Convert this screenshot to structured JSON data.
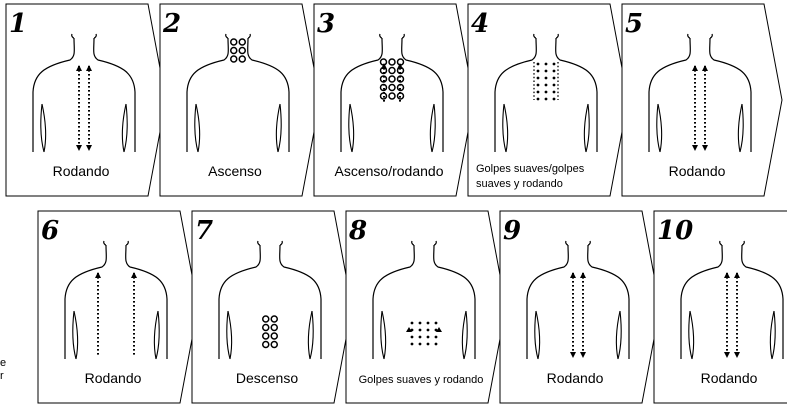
{
  "steps": [
    {
      "number": "1",
      "label": "Rodando",
      "pattern": "rolling-both"
    },
    {
      "number": "2",
      "label": "Ascenso",
      "pattern": "circles-neck"
    },
    {
      "number": "3",
      "label": "Ascenso/rodando",
      "pattern": "circles-upper-rolling"
    },
    {
      "number": "4",
      "label": "Golpes suaves/golpes suaves y rodando",
      "pattern": "taps-upper"
    },
    {
      "number": "5",
      "label": "Rodando",
      "pattern": "rolling-both"
    },
    {
      "number": "6",
      "label": "Rodando",
      "pattern": "rolling-up"
    },
    {
      "number": "7",
      "label": "Descenso",
      "pattern": "circles-lower"
    },
    {
      "number": "8",
      "label": "Golpes suaves y rodando",
      "pattern": "taps-lower"
    },
    {
      "number": "9",
      "label": "Rodando",
      "pattern": "rolling-both"
    },
    {
      "number": "10",
      "label": "Rodando",
      "pattern": "rolling-both"
    }
  ],
  "edge_text": [
    "e",
    "r"
  ],
  "colors": {
    "line": "#000000",
    "background": "#ffffff"
  }
}
